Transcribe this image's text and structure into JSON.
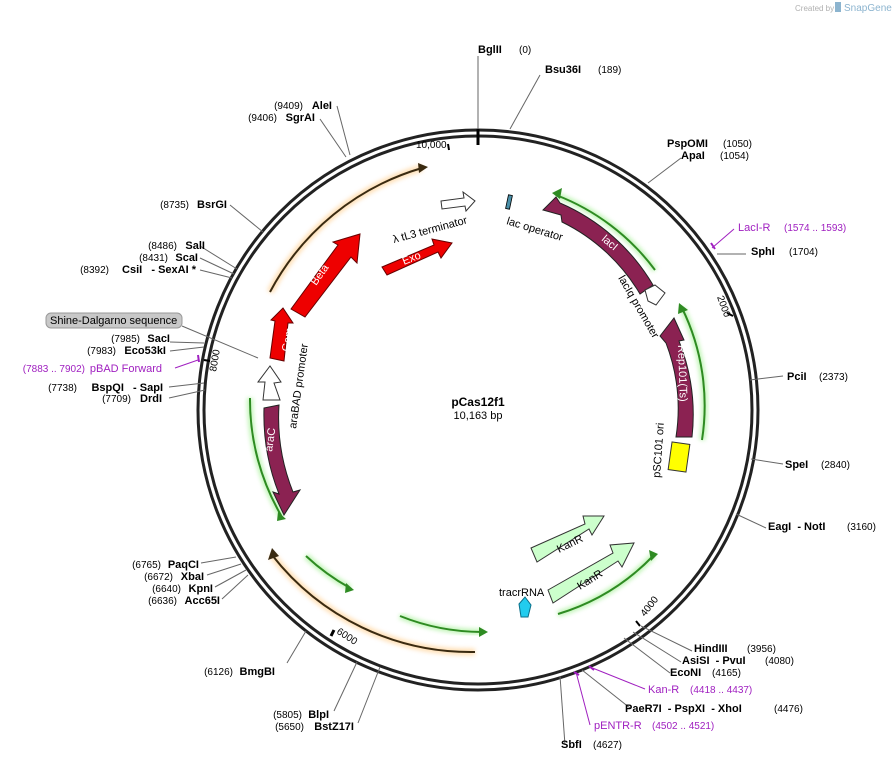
{
  "credit": {
    "prefix": "Created by",
    "brand": "SnapGene"
  },
  "plasmid": {
    "name": "pCas12f1",
    "size": "10,163 bp"
  },
  "ticks": [
    "10,000",
    "2000",
    "4000",
    "6000",
    "8000"
  ],
  "sites": {
    "bglii": {
      "name": "BglII",
      "pos": "(0)"
    },
    "bsu36i": {
      "name": "Bsu36I",
      "pos": "(189)"
    },
    "pspomi": {
      "name": "PspOMI",
      "pos": "(1050)"
    },
    "apai": {
      "name": "ApaI",
      "pos": "(1054)"
    },
    "sphi": {
      "name": "SphI",
      "pos": "(1704)"
    },
    "pcii": {
      "name": "PciI",
      "pos": "(2373)"
    },
    "spei": {
      "name": "SpeI",
      "pos": "(2840)"
    },
    "eagi_noti": {
      "name": "EagI  - NotI",
      "pos": "(3160)"
    },
    "hindiii": {
      "name": "HindIII",
      "pos": "(3956)"
    },
    "asisi_pvui": {
      "name": "AsiSI  - PvuI",
      "pos": "(4080)"
    },
    "econi": {
      "name": "EcoNI",
      "pos": "(4165)"
    },
    "pae_psp_xho": {
      "name": "PaeR7I  - PspXI  - XhoI",
      "pos": "(4476)"
    },
    "sbfi": {
      "name": "SbfI",
      "pos": "(4627)"
    },
    "bmgbi": {
      "name": "BmgBI",
      "pos": "(6126)"
    },
    "blpi": {
      "name": "BlpI",
      "pos": "(5805)"
    },
    "bstz17i": {
      "name": "BstZ17I",
      "pos": "(5650)"
    },
    "paqci": {
      "name": "PaqCI",
      "pos": "(6765)"
    },
    "xbai": {
      "name": "XbaI",
      "pos": "(6672)"
    },
    "kpni": {
      "name": "KpnI",
      "pos": "(6640)"
    },
    "acc65i": {
      "name": "Acc65I",
      "pos": "(6636)"
    },
    "bspqi_sapi": {
      "name": "BspQI   - SapI",
      "pos": "(7738)"
    },
    "drdi": {
      "name": "DrdI",
      "pos": "(7709)"
    },
    "saci": {
      "name": "SacI",
      "pos": "(7985)"
    },
    "eco53ki": {
      "name": "Eco53kI",
      "pos": "(7983)"
    },
    "sali": {
      "name": "SalI",
      "pos": "(8486)"
    },
    "scai": {
      "name": "ScaI",
      "pos": "(8431)"
    },
    "csii_sexai": {
      "name": "CsiI   - SexAI *",
      "pos": "(8392)"
    },
    "bsrgi": {
      "name": "BsrGI",
      "pos": "(8735)"
    },
    "alei": {
      "name": "AleI",
      "pos": "(9409)"
    },
    "sgrai": {
      "name": "SgrAI",
      "pos": "(9406)"
    }
  },
  "primers": {
    "laci_r": {
      "name": "LacI-R",
      "pos": "(1574 .. 1593)"
    },
    "pbad_fwd": {
      "name": "pBAD Forward",
      "pos": "(7883 .. 7902)"
    },
    "kan_r": {
      "name": "Kan-R",
      "pos": "(4418 .. 4437)"
    },
    "pentr_r": {
      "name": "pENTR-R",
      "pos": "(4502 .. 4521)"
    }
  },
  "features": {
    "lac_operator": "lac operator",
    "laci": "lacI",
    "laciq_promoter": "lacIq promoter",
    "rep101": "Rep101(Ts)",
    "psc101_ori": "pSC101 ori",
    "kanr_1": "KanR",
    "kanr_2": "KanR",
    "tracrrna": "tracrRNA",
    "arac": "araC",
    "arabad_promoter": "araBAD promoter",
    "gam": "Gam",
    "beta": "Beta",
    "exo": "Exo",
    "tl3_terminator": "λ tL3 terminator",
    "shine_dalgarno": "Shine-Dalgarno sequence"
  },
  "colors": {
    "laci": "#8b2252",
    "red_cds": "#ee0000",
    "kanr": "#ccffcc",
    "ori": "#ffff00",
    "tracrrna": "#22ccee",
    "orf_green": "#2e8b22",
    "orf_orange": "#cc7a22"
  }
}
